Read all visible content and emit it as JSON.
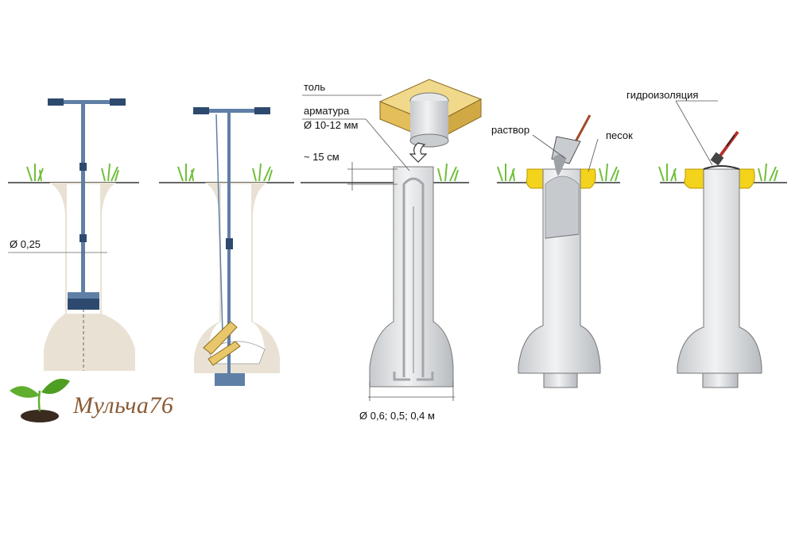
{
  "labels": {
    "diameter_small": "Ø 0,25",
    "tol": "толь",
    "armatura_line1": "арматура",
    "armatura_line2": "Ø 10-12 мм",
    "depth": "~ 15 см",
    "diameter_base": "Ø 0,6; 0,5; 0,4 м",
    "rastvor": "раствор",
    "pesok": "песок",
    "gidroizolyatsiya": "гидроизоляция"
  },
  "brand": {
    "text": "Мульча76"
  },
  "colors": {
    "soil": "#e9e2d4",
    "hole": "#ffffff",
    "concrete": "#d9dcdf",
    "concrete_dark": "#b9bdc2",
    "rebar": "#c4c7cb",
    "tool": "#5f7fa6",
    "tool_dark": "#2d4a6e",
    "wood": "#e8c76a",
    "sand": "#f3d31b",
    "grass": "#6fbf3a",
    "line": "#555555",
    "brand": "#8a5a34",
    "leaf": "#5fae2e"
  },
  "icons": [
    "sprout-icon",
    "hand-auger-icon",
    "shovel-icon",
    "trowel-icon",
    "brush-icon",
    "formwork-box-icon",
    "arrow-down-icon"
  ]
}
